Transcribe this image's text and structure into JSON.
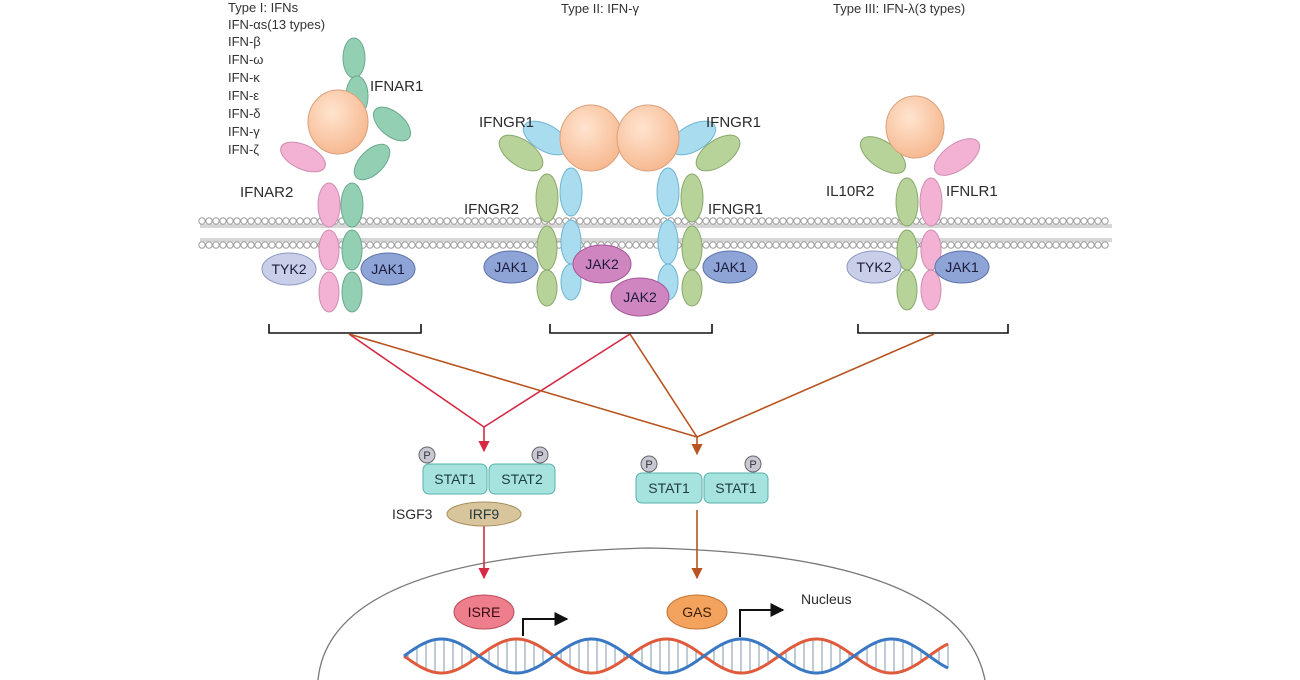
{
  "headers": {
    "type1": "Type I: IFNs",
    "type2": "Type II: IFN-γ",
    "type3": "Type III: IFN-λ(3 types)"
  },
  "type1_list": [
    "IFN-αs(13 types)",
    "IFN-β",
    "IFN-ω",
    "IFN-κ",
    "IFN-ε",
    "IFN-δ",
    "IFN-γ",
    "IFN-ζ"
  ],
  "receptors": {
    "ifnar1": "IFNAR1",
    "ifnar2": "IFNAR2",
    "ifngr1_top_left": "IFNGR1",
    "ifngr1_top_right": "IFNGR1",
    "ifngr2": "IFNGR2",
    "ifngr1_mid_right": "IFNGR1",
    "il10r2": "IL10R2",
    "ifnlr1": "IFNLR1"
  },
  "kinases": {
    "tyk2_a": "TYK2",
    "jak1_a": "JAK1",
    "jak1_b": "JAK1",
    "jak2_upper": "JAK2",
    "jak2_lower": "JAK2",
    "jak1_c": "JAK1",
    "tyk2_b": "TYK2",
    "jak1_d": "JAK1"
  },
  "complexes": {
    "stat1_a": "STAT1",
    "stat2": "STAT2",
    "isgf3": "ISGF3",
    "irf9": "IRF9",
    "stat1_b": "STAT1",
    "stat1_c": "STAT1",
    "phospho": "P"
  },
  "nucleus": {
    "isre": "ISRE",
    "gas": "GAS",
    "label": "Nucleus"
  },
  "colors": {
    "ligand": "#fbc9a6",
    "pink_receptor": "#f3b2d3",
    "green_receptor": "#93cfb3",
    "olive_receptor": "#b7d39a",
    "blue_receptor": "#a9dcef",
    "jak1": "#8ea3d6",
    "tyk2": "#c9cfe9",
    "jak2": "#cf86c0",
    "stat": "#a6e3df",
    "irf9": "#d8c59b",
    "isre": "#ee7e8c",
    "gas": "#f3a35d",
    "red_arrow": "#d42a44",
    "brown_arrow": "#b8541f"
  }
}
